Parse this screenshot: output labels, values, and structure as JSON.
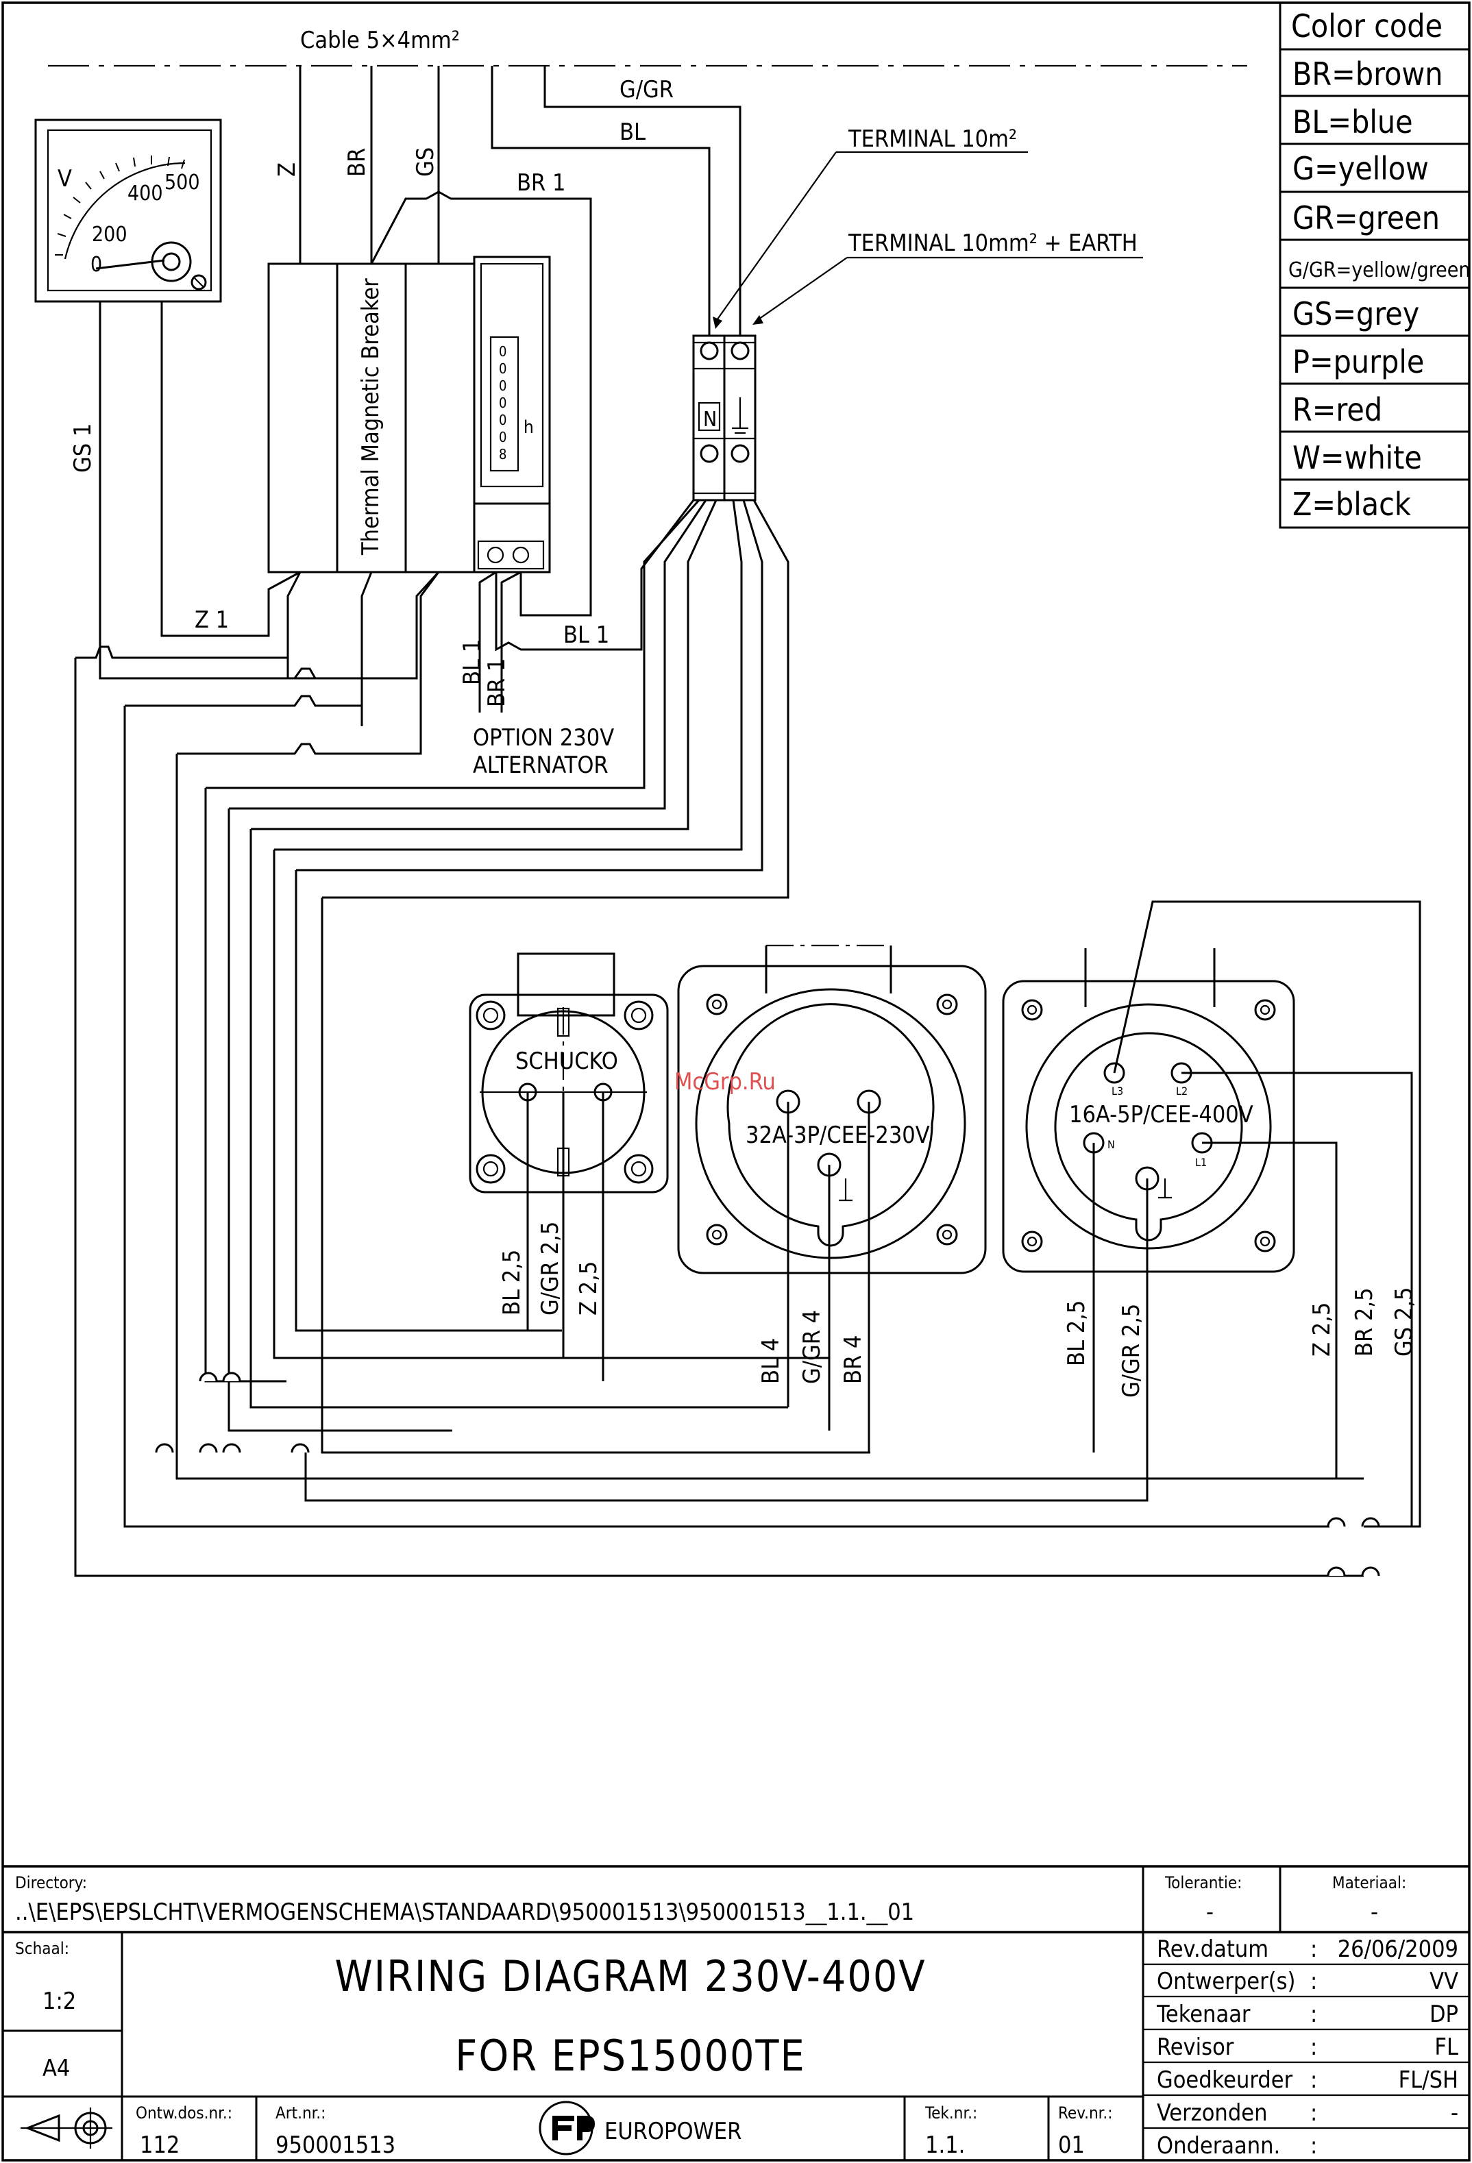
{
  "cable_label": "Cable 5×4mm²",
  "wire_labels": {
    "z": "Z",
    "br": "BR",
    "gs": "GS",
    "ggr": "G/GR",
    "bl": "BL",
    "br1": "BR 1",
    "gs1": "GS 1",
    "z1": "Z 1",
    "bl1_top": "BL 1",
    "bl1_v": "BL 1",
    "br1_v": "BR 1",
    "schucko_bl": "BL 2,5",
    "schucko_ggr": "G/GR 2,5",
    "schucko_z": "Z 2,5",
    "cee230_bl": "BL 4",
    "cee230_ggr": "G/GR 4",
    "cee230_br": "BR 4",
    "cee400_bl": "BL 2,5",
    "cee400_ggr": "G/GR 2,5",
    "cee400_z": "Z 2,5",
    "cee400_br": "BR 2,5",
    "cee400_gs": "GS 2,5"
  },
  "terminals": {
    "terminal_10": "TERMINAL 10m²",
    "terminal_earth": "TERMINAL 10mm² + EARTH",
    "neutral_mark": "N"
  },
  "breaker": {
    "label": "Thermal Magnetic Breaker"
  },
  "voltmeter": {
    "unit": "V",
    "scale": [
      "0",
      "200",
      "400",
      "500"
    ]
  },
  "hour_counter": {
    "digits": [
      "0",
      "0",
      "0",
      "0",
      "0",
      "0",
      "8"
    ],
    "unit": "h"
  },
  "option_note": [
    "OPTION 230V",
    "ALTERNATOR"
  ],
  "sockets": {
    "schucko": "SCHUCKO",
    "cee230": "32A-3P/CEE-230V",
    "cee400": "16A-5P/CEE-400V",
    "pins_400": {
      "l3": "L3",
      "l2": "L2",
      "l1": "L1",
      "n": "N"
    }
  },
  "watermark": "McGrp.Ru",
  "color_code": {
    "title": "Color code",
    "items": [
      "BR=brown",
      "BL=blue",
      "G=yellow",
      "GR=green",
      "G/GR=yellow/green",
      "GS=grey",
      "P=purple",
      "R=red",
      "W=white",
      "Z=black"
    ]
  },
  "title_block": {
    "directory_label": "Directory:",
    "directory_value": "..\\E\\EPS\\EPSLCHT\\VERMOGENSCHEMA\\STANDAARD\\950001513\\950001513__1.1.__01",
    "tolerance_label": "Tolerantie:",
    "tolerance_value": "-",
    "material_label": "Materiaal:",
    "material_value": "-",
    "scale_label": "Schaal:",
    "scale_value": "1:2",
    "format": "A4",
    "title_line1": "WIRING DIAGRAM 230V-400V",
    "title_line2": "FOR EPS15000TE",
    "rows": [
      {
        "label": "Rev.datum",
        "sep": ":",
        "value": "26/06/2009"
      },
      {
        "label": "Ontwerper(s)",
        "sep": ":",
        "value": "VV"
      },
      {
        "label": "Tekenaar",
        "sep": ":",
        "value": "DP"
      },
      {
        "label": "Revisor",
        "sep": ":",
        "value": "FL"
      },
      {
        "label": "Goedkeurder",
        "sep": ":",
        "value": "FL/SH"
      },
      {
        "label": "Verzonden",
        "sep": ":",
        "value": "-"
      },
      {
        "label": "Onderaann.",
        "sep": ":",
        "value": ""
      }
    ],
    "ontw_label": "Ontw.dos.nr.:",
    "ontw_value": "112",
    "art_label": "Art.nr.:",
    "art_value": "950001513",
    "company": "EUROPOWER",
    "tek_label": "Tek.nr.:",
    "tek_value": "1.1.",
    "rev_label": "Rev.nr.:",
    "rev_value": "01"
  }
}
